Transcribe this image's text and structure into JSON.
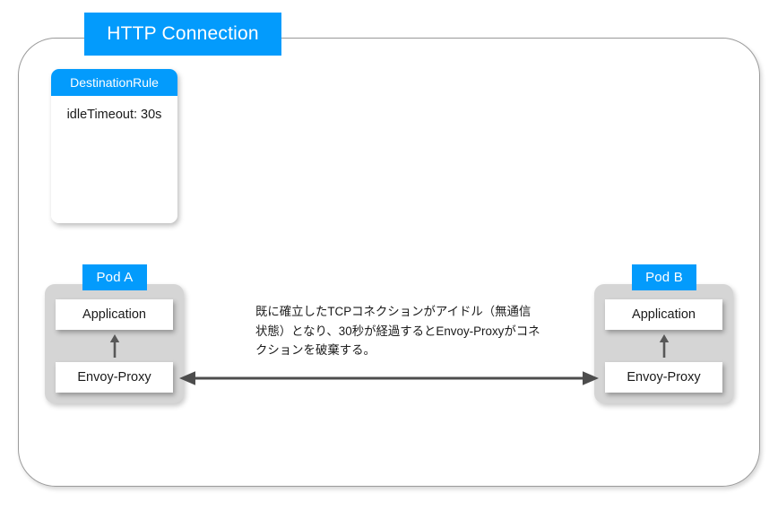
{
  "diagram": {
    "title": "HTTP Connection",
    "colors": {
      "accent_blue": "#039bfc",
      "pod_gray": "#d5d5d5",
      "arrow_gray": "#4d4d4d",
      "frame_border": "#9a9a9a",
      "text": "#1a1a1a",
      "card_white": "#ffffff"
    },
    "group": {
      "label": "HTTP Connection"
    },
    "destination_rule": {
      "header": "DestinationRule",
      "body_text": "idleTimeout: 30s"
    },
    "pods": [
      {
        "label": "Pod A",
        "application": "Application",
        "proxy": "Envoy-Proxy",
        "internal_arrow": "up-arrow-icon"
      },
      {
        "label": "Pod B",
        "application": "Application",
        "proxy": "Envoy-Proxy",
        "internal_arrow": "up-arrow-icon"
      }
    ],
    "connection": {
      "note": "既に確立したTCPコネクションがアイドル（無通信状態）となり、30秒が経過するとEnvoy-Proxyがコネクションを破棄する。",
      "arrow_style": "double-headed-arrow-icon"
    }
  }
}
